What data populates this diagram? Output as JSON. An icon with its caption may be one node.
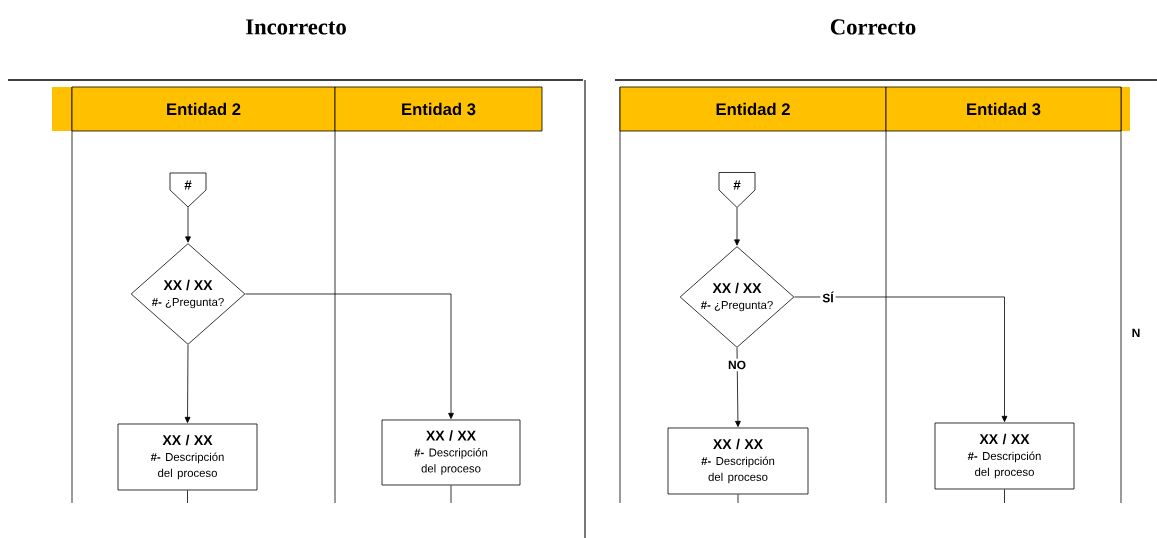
{
  "diagram": {
    "nodes": [
      {
        "text": [
          "Entidad 2"
        ]
      },
      {
        "text": [
          "Entidad 3"
        ]
      },
      {
        "text": [
          "#"
        ]
      },
      {
        "text": [
          "XX / XX",
          "**#-** ¿Pregunta?"
        ]
      },
      {
        "text": [
          "XX / XX",
          "**#-** Descripción del proceso"
        ]
      },
      {
        "text": [
          "XX / XX",
          "**#-** Descripción del proceso"
        ]
      },
      {
        "text": [
          "Entidad 2"
        ]
      },
      {
        "text": [
          "Entidad 3"
        ]
      },
      {
        "text": [
          "#"
        ]
      },
      {
        "text": [
          "XX / XX",
          "**#-** ¿Pregunta?"
        ]
      },
      {
        "text": [
          "XX / XX",
          "**#-** Descripción del proceso"
        ]
      },
      {
        "text": [
          "XX / XX",
          "**#-** Descripción del proceso"
        ]
      }
    ],
    "edges": [
      {
        "from": 2,
        "to": 3,
        "arrow": "to"
      },
      {
        "from": 3,
        "to": 4,
        "arrow": "to"
      },
      {
        "from": 3,
        "to": 5,
        "arrow": "to"
      },
      {
        "from": 4,
        "to": null,
        "arrow": "none"
      },
      {
        "from": 5,
        "to": null,
        "arrow": "none"
      },
      {
        "from": 8,
        "to": 9,
        "arrow": "to"
      },
      {
        "from": 9,
        "to": 10,
        "label": "NO",
        "arrow": "to"
      },
      {
        "from": 9,
        "to": 11,
        "label": "SÍ",
        "arrow": "to"
      },
      {
        "from": 10,
        "to": null,
        "arrow": "none"
      },
      {
        "from": 11,
        "to": null,
        "arrow": "none"
      }
    ],
    "labels": [
      "Incorrecto",
      "Correcto",
      "N"
    ]
  }
}
